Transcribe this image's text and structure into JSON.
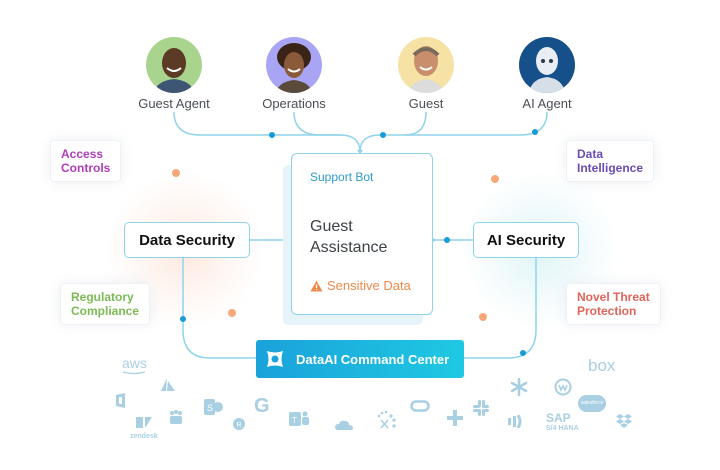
{
  "people": [
    {
      "label": "Guest Agent",
      "icon": "person-avatar",
      "bg": "#a8d48e"
    },
    {
      "label": "Operations",
      "icon": "person-avatar",
      "bg": "#a9a5f5"
    },
    {
      "label": "Guest",
      "icon": "person-avatar",
      "bg": "#f5e2a4"
    },
    {
      "label": "AI Agent",
      "icon": "robot-avatar",
      "bg": "#16508a"
    }
  ],
  "tags": {
    "access_controls": {
      "line1": "Access",
      "line2": "Controls",
      "color": "#b03db8"
    },
    "regulatory_compliance": {
      "line1": "Regulatory",
      "line2": "Compliance",
      "color": "#7cba54"
    },
    "data_intelligence": {
      "line1": "Data",
      "line2": "Intelligence",
      "color": "#6a4cb5"
    },
    "novel_threat": {
      "line1": "Novel Threat",
      "line2": "Protection",
      "color": "#e0645a"
    }
  },
  "nodes": {
    "data_security": "Data Security",
    "ai_security": "AI Security"
  },
  "center_card": {
    "subtitle": "Support Bot",
    "title_line1": "Guest",
    "title_line2": "Assistance",
    "warning": "Sensitive Data",
    "warning_icon": "warning-triangle-icon"
  },
  "command_center": {
    "label": "DataAI Command Center",
    "icon": "command-center-logo-icon"
  },
  "integrations": {
    "aws": "aws",
    "zendesk": "zendesk",
    "box": "box",
    "sap_line1": "SAP",
    "sap_line2": "S/4 HANA",
    "salesforce": "salesforce",
    "google": "G"
  },
  "colors": {
    "line": "#8fd3ea",
    "line_dot": "#1a9ad6",
    "accent_orange": "#f08a4b",
    "command_gradient_start": "#1aa2db",
    "command_gradient_end": "#1ec9e2"
  }
}
